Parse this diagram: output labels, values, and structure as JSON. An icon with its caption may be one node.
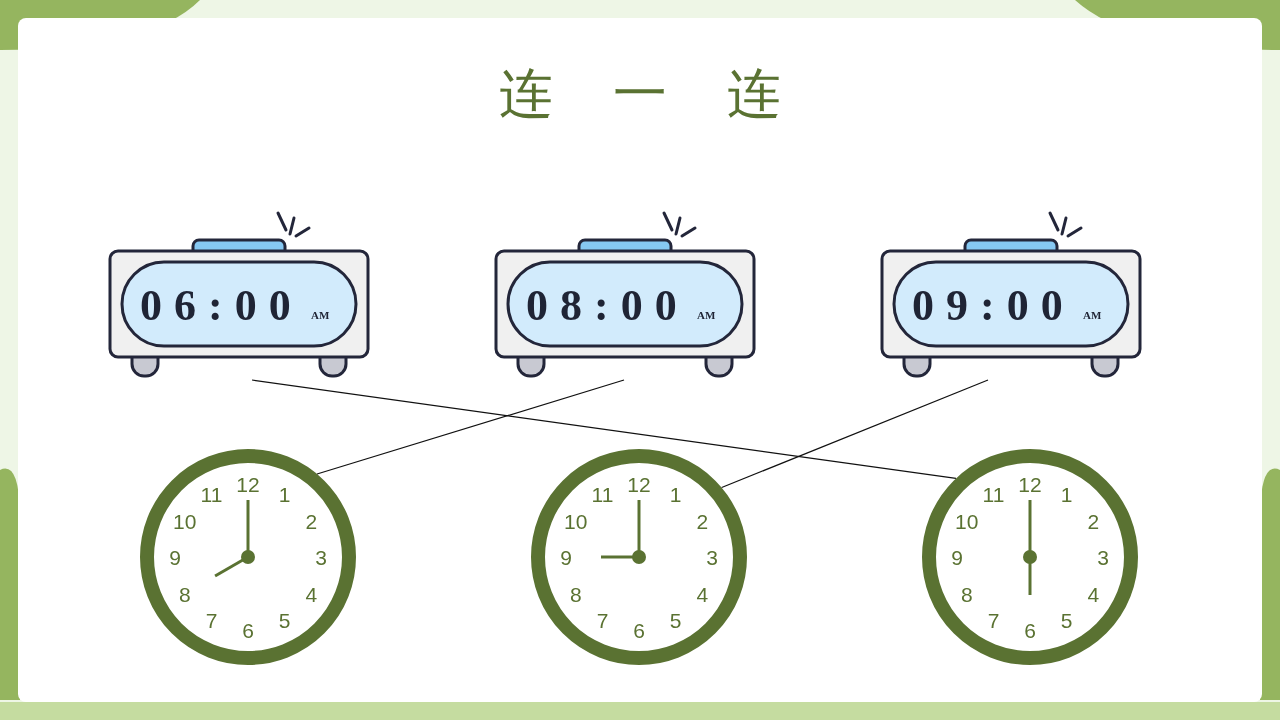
{
  "diagram": {
    "title": "连一连",
    "nodes": [
      {
        "text": [
          "06:00",
          "AM"
        ]
      },
      {
        "text": [
          "08:00",
          "AM"
        ]
      },
      {
        "text": [
          "09:00",
          "AM"
        ]
      },
      {
        "text": [
          "12",
          "11",
          "1",
          "10",
          "2",
          "9",
          "3",
          "8",
          "4",
          "7",
          "5",
          "6"
        ]
      },
      {
        "text": [
          "12",
          "11",
          "1",
          "10",
          "2",
          "9",
          "3",
          "8",
          "4",
          "7",
          "5",
          "6"
        ]
      },
      {
        "text": [
          "12",
          "11",
          "1",
          "10",
          "2",
          "9",
          "3",
          "8",
          "4",
          "7",
          "5",
          "6"
        ]
      }
    ],
    "edges": [
      {
        "from": 0,
        "to": 5,
        "arrow": "none"
      },
      {
        "from": 1,
        "to": 3,
        "arrow": "none"
      },
      {
        "from": 2,
        "to": 4,
        "arrow": "none"
      }
    ]
  }
}
